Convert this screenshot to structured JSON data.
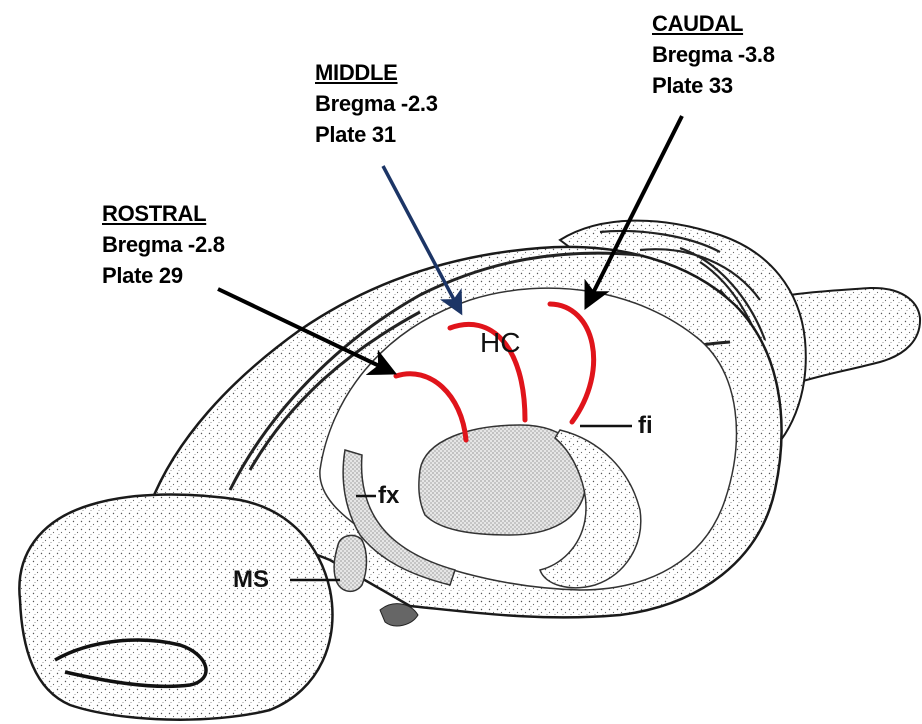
{
  "sections": {
    "rostral": {
      "heading": "ROSTRAL",
      "bregma": "Bregma -2.8",
      "plate": "Plate 29"
    },
    "middle": {
      "heading": "MIDDLE",
      "bregma": "Bregma -2.3",
      "plate": "Plate 31"
    },
    "caudal": {
      "heading": "CAUDAL",
      "bregma": "Bregma -3.8",
      "plate": "Plate 33"
    }
  },
  "structures": {
    "hc": "HC",
    "fi": "fi",
    "fx": "fx",
    "ms": "MS"
  },
  "colors": {
    "section_cut": "#e0141b",
    "rostral_arrow": "#000000",
    "middle_arrow": "#1c3566",
    "caudal_arrow": "#000000",
    "outline": "#1a1a1a"
  }
}
